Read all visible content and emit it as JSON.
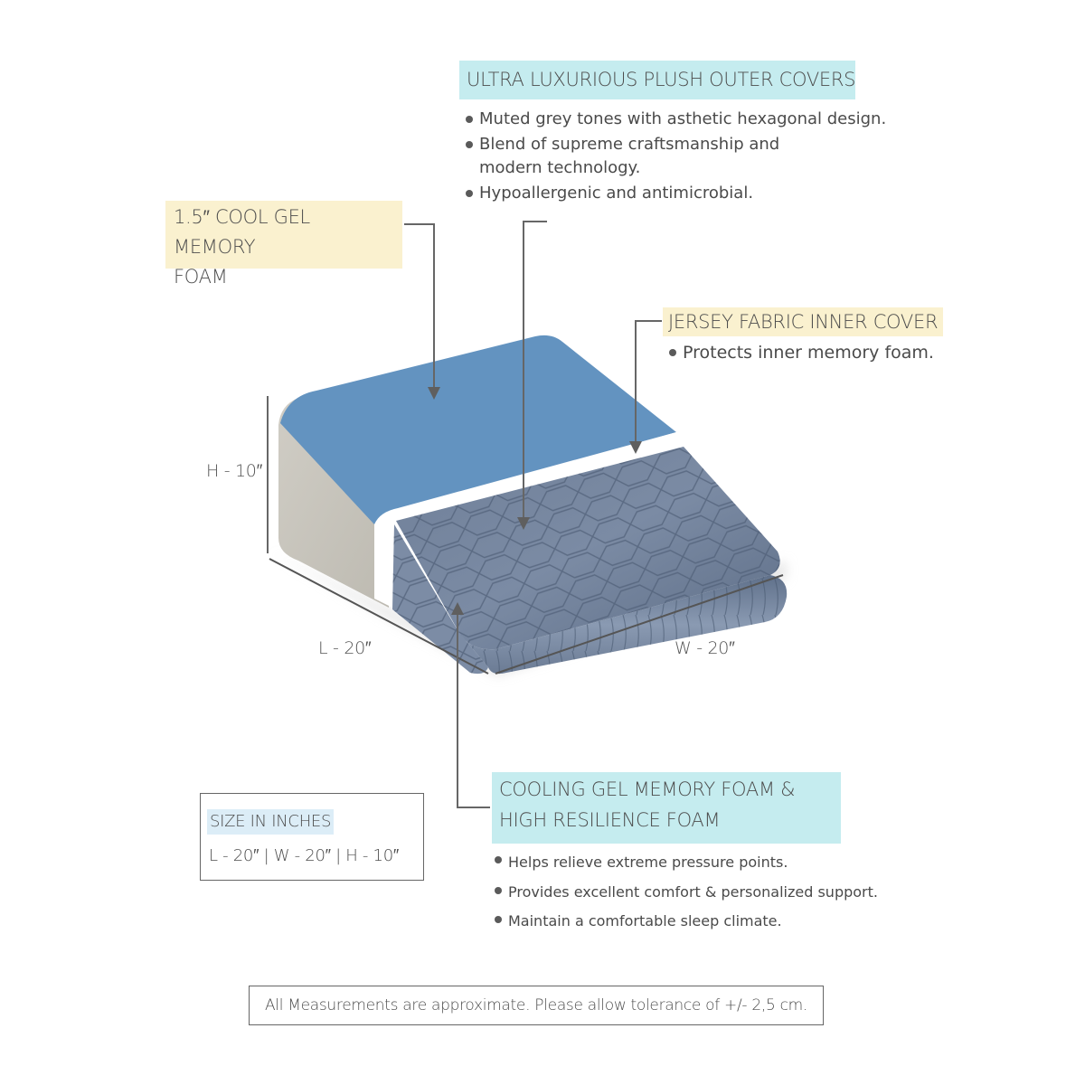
{
  "callouts": {
    "outer_cover": {
      "title": "ULTRA  LUXURIOUS PLUSH OUTER COVERS",
      "bullets": [
        "Muted grey tones with asthetic hexagonal design.",
        "Blend of supreme craftsmanship and",
        "modern technology.",
        "Hypoallergenic and antimicrobial."
      ]
    },
    "gel_foam": {
      "title_line1": "1.5″ COOL GEL MEMORY",
      "title_line2": "FOAM"
    },
    "jersey": {
      "title": "JERSEY FABRIC INNER COVER",
      "bullets": [
        "Protects inner memory foam."
      ]
    },
    "cooling": {
      "title_line1": "COOLING GEL MEMORY FOAM &",
      "title_line2": "HIGH RESILIENCE FOAM",
      "bullets": [
        "Helps relieve extreme pressure points.",
        "Provides excellent comfort & personalized support.",
        "Maintain a comfortable sleep climate."
      ]
    }
  },
  "dimensions": {
    "height": "H - 10″",
    "length": "L - 20″",
    "width": "W - 20″"
  },
  "size_box": {
    "title": "SIZE IN INCHES",
    "values": "L - 20″ | W - 20″ | H - 10″"
  },
  "disclaimer": "All Measurements are approximate. Please allow tolerance of +/- 2,5 cm.",
  "colors": {
    "gel_blue": "#6393c0",
    "foam_grey": "#c9c6bd",
    "cover_slate": "#6e7f99",
    "cyan_highlight": "#c5ecef",
    "yellow_highlight": "#faf1cf",
    "line_grey": "#5f5f5f"
  }
}
